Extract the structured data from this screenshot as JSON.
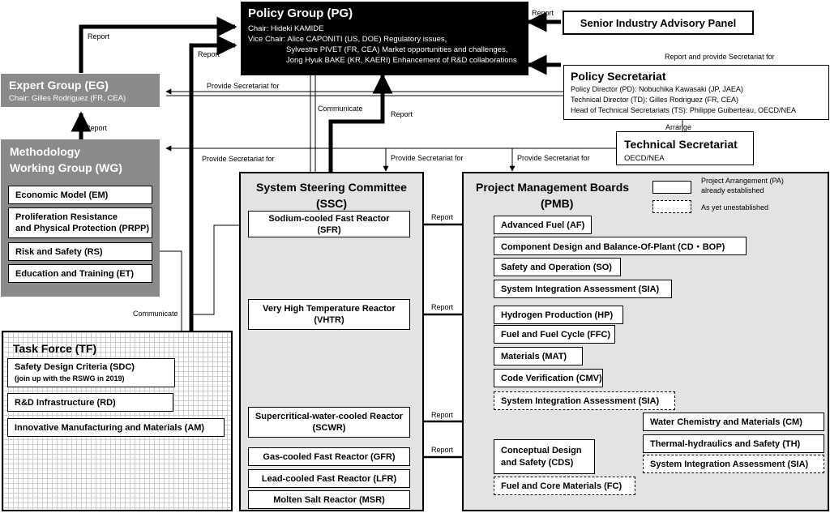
{
  "pg": {
    "title": "Policy Group (PG)",
    "chair": "Chair: Hideki KAMIDE",
    "vice_chair": "Vice Chair: Alice CAPONITI (US, DOE) Regulatory issues,",
    "vice_2": "Sylvestre PIVET (FR, CEA) Market opportunities and challenges,",
    "vice_3": "Jong Hyuk BAKE (KR, KAERI) Enhancement of R&D collaborations"
  },
  "siap": {
    "title": "Senior Industry Advisory Panel"
  },
  "eg": {
    "title": "Expert Group (EG)",
    "chair": "Chair: Gilles Rodriguez (FR, CEA)"
  },
  "wg": {
    "title_1": "Methodology",
    "title_2": "Working Group (WG)",
    "items": [
      {
        "label": "Economic Model (EM)"
      },
      {
        "label_1": "Proliferation Resistance",
        "label_2": "and Physical Protection (PRPP)"
      },
      {
        "label": "Risk and Safety (RS)"
      },
      {
        "label": "Education and Training (ET)"
      }
    ]
  },
  "ps": {
    "title": "Policy Secretariat",
    "pd": "Policy Director (PD): Nobuchika Kawasaki (JP, JAEA)",
    "td": "Technical Director (TD): Gilles Rodriguez (FR, CEA)",
    "ts": "Head of Technical Secretariats (TS): Philippe Guiberteau, OECD/NEA"
  },
  "tsec": {
    "title": "Technical Secretariat",
    "sub": "OECD/NEA"
  },
  "ssc": {
    "title_1": "System Steering Committee",
    "title_2": "(SSC)",
    "sfr_1": "Sodium-cooled Fast Reactor",
    "sfr_2": "(SFR)",
    "vhtr_1": "Very High Temperature Reactor",
    "vhtr_2": "(VHTR)",
    "scwr_1": "Supercritical-water-cooled Reactor",
    "scwr_2": "(SCWR)",
    "gfr": "Gas-cooled Fast Reactor (GFR)",
    "lfr": "Lead-cooled Fast Reactor (LFR)",
    "msr": "Molten Salt Reactor (MSR)"
  },
  "pmb": {
    "title_1": "Project Management Boards",
    "title_2": "(PMB)",
    "legend_established_1": "Project Arrangement (PA)",
    "legend_established_2": "already established",
    "legend_unestablished": "As yet unestablished",
    "sfr_items": [
      "Advanced Fuel (AF)",
      "Component Design and Balance-Of-Plant (CD・BOP)",
      "Safety and Operation (SO)",
      "System Integration Assessment (SIA)"
    ],
    "vhtr_items": [
      "Hydrogen Production (HP)",
      "Fuel and Fuel Cycle (FFC)",
      "Materials (MAT)",
      "Code Verification (CMV)",
      "System Integration Assessment (SIA)"
    ],
    "scwr_items": [
      "Water Chemistry and Materials (CM)",
      "Thermal-hydraulics and Safety (TH)",
      "System Integration Assessment (SIA)"
    ],
    "gfr_items": [
      {
        "label_1": "Conceptual Design",
        "label_2": "and Safety (CDS)"
      },
      {
        "label": "Fuel and Core Materials (FC)"
      }
    ]
  },
  "tf": {
    "title": "Task Force (TF)",
    "sdc_1": "Safety Design Criteria (SDC)",
    "sdc_2": "(join up with the RSWG in 2019)",
    "rd": "R&D Infrastructure (RD)",
    "am": "Innovative Manufacturing and Materials (AM)"
  },
  "labels": {
    "report": "Report",
    "provide_secretariat": "Provide Secretariat for",
    "report_and_provide": "Report and provide Secretariat for",
    "communicate": "Communicate",
    "arrange": "Arrange"
  }
}
